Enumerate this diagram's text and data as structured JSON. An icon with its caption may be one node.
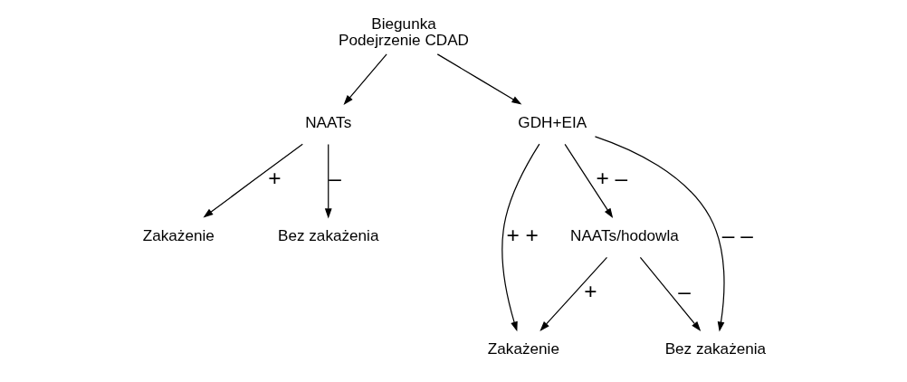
{
  "diagram": {
    "nodes": [
      {
        "text": [
          "Biegunka",
          "Podejrzenie CDAD"
        ]
      },
      {
        "text": [
          "NAATs"
        ]
      },
      {
        "text": [
          "GDH+EIA"
        ]
      },
      {
        "text": [
          "Bez zakażenia"
        ]
      },
      {
        "text": [
          "Zakażenie"
        ]
      },
      {
        "text": [
          "Zakażenie"
        ]
      },
      {
        "text": [
          "Bez zakażenia"
        ]
      },
      {
        "text": [
          "NAATs/hodowla"
        ]
      }
    ],
    "edges": [
      {
        "from": 0,
        "to": 1,
        "arrow": "to"
      },
      {
        "from": 0,
        "to": 2,
        "arrow": "to"
      },
      {
        "from": 1,
        "to": 3,
        "arrow": "to",
        "label": "–"
      },
      {
        "from": 1,
        "to": 4,
        "arrow": "to",
        "label": "+"
      },
      {
        "from": 2,
        "to": 5,
        "arrow": "to",
        "label": "+ +"
      },
      {
        "from": 2,
        "to": 6,
        "arrow": "to",
        "label": "– –"
      },
      {
        "from": 2,
        "to": 7,
        "arrow": "to",
        "label": "+ –"
      },
      {
        "from": 7,
        "to": 5,
        "arrow": "to",
        "label": "+"
      },
      {
        "from": 7,
        "to": 6,
        "arrow": "to",
        "label": "–"
      }
    ]
  }
}
